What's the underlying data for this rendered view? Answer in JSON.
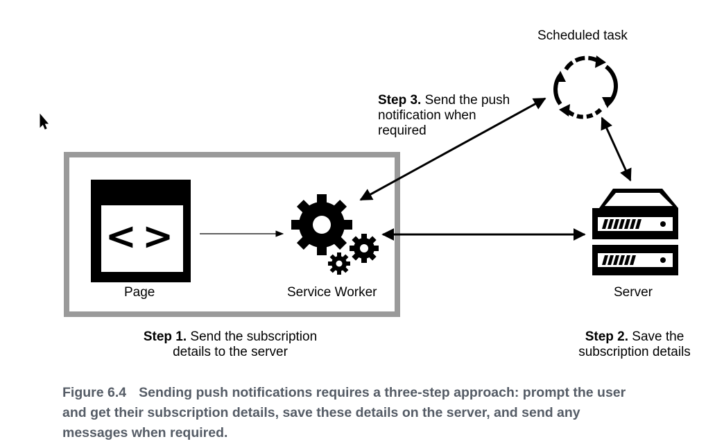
{
  "labels": {
    "scheduled_task": "Scheduled task",
    "page": "Page",
    "service_worker": "Service Worker",
    "server": "Server"
  },
  "steps": {
    "step1": {
      "title": "Step 1.",
      "line1": "Send the subscription",
      "line2": "details to the server"
    },
    "step2": {
      "title": "Step 2.",
      "line1": "Save the",
      "line2": "subscription details"
    },
    "step3": {
      "title": "Step 3.",
      "line1": "Send the push",
      "line2": "notification when",
      "line3": "required"
    }
  },
  "page_icon": {
    "code_glyph": "<>"
  },
  "caption": {
    "figure_number": "Figure 6.4",
    "line1": "Sending push notifications requires a three-step approach: prompt the user",
    "line2": "and get their subscription details, save these details on the server, and send any",
    "line3": "messages when required."
  },
  "colors": {
    "frame": "#9a9a9a",
    "ink": "#000000",
    "caption": "#555c66"
  },
  "icons": [
    "cursor-icon",
    "browser-page-icon",
    "gears-icon",
    "server-icon",
    "cycle-icon"
  ]
}
